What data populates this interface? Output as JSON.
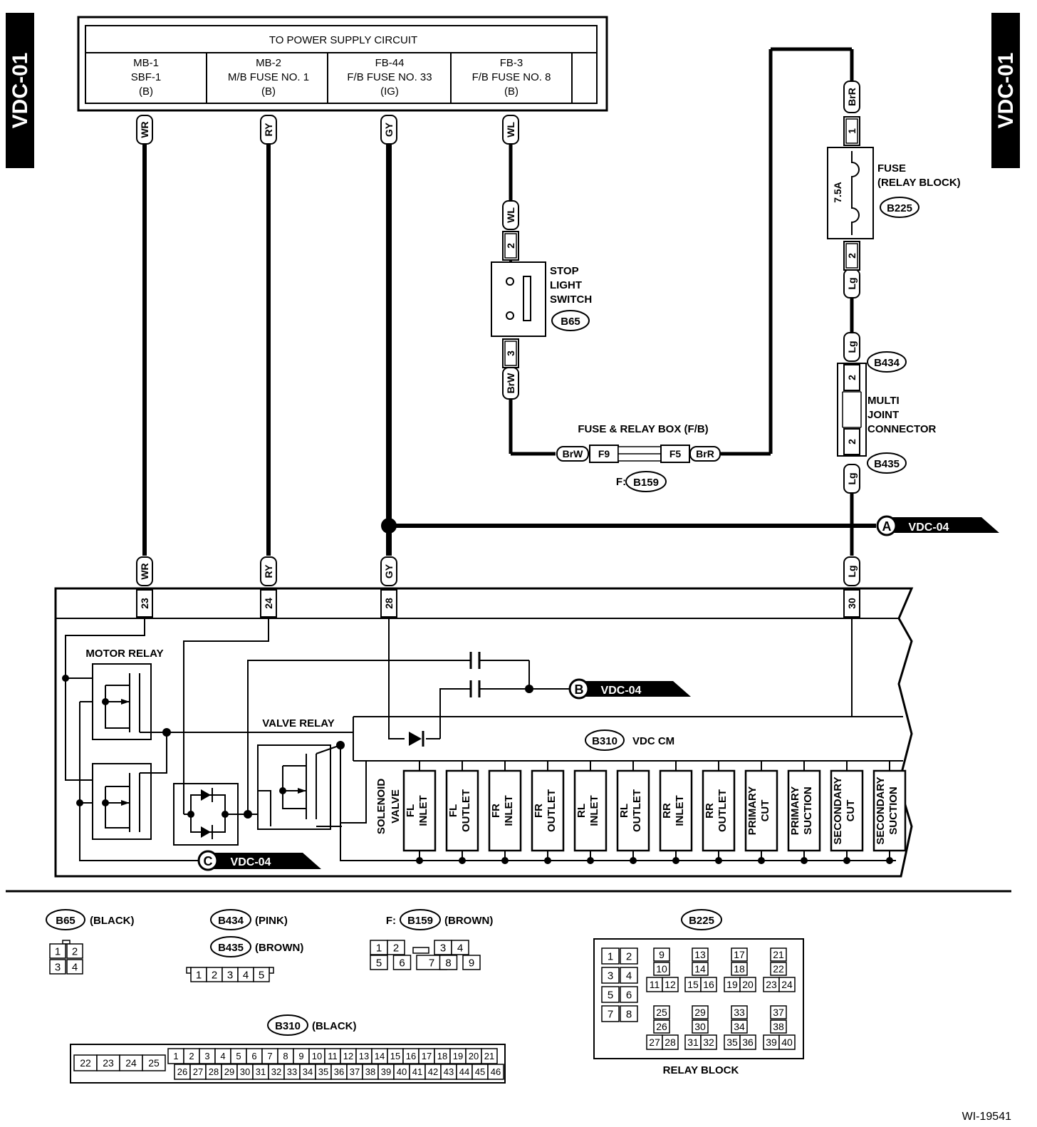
{
  "side_labels": {
    "left": "VDC-01",
    "right": "VDC-01"
  },
  "power_supply": {
    "title": "TO POWER SUPPLY CIRCUIT",
    "fuses": [
      {
        "line1": "MB-1",
        "line2": "SBF-1",
        "line3": "(B)"
      },
      {
        "line1": "MB-2",
        "line2": "M/B FUSE NO. 1",
        "line3": "(B)"
      },
      {
        "line1": "FB-44",
        "line2": "F/B FUSE NO. 33",
        "line3": "(IG)"
      },
      {
        "line1": "FB-3",
        "line2": "F/B FUSE NO. 8",
        "line3": "(B)"
      }
    ]
  },
  "wires": {
    "wr": "WR",
    "ry": "RY",
    "gy": "GY",
    "wl": "WL",
    "brw": "BrW",
    "brr": "BrR",
    "lg": "Lg"
  },
  "pins": {
    "p23": "23",
    "p24": "24",
    "p28": "28",
    "p30": "30",
    "sw2": "2",
    "sw3": "3",
    "fuse1": "1",
    "fuse2": "2",
    "mj2a": "2",
    "mj2b": "2",
    "f9": "F9",
    "f5": "F5"
  },
  "components": {
    "stop_switch": [
      "STOP",
      "LIGHT",
      "SWITCH"
    ],
    "stop_switch_conn": "B65",
    "fuse_label": [
      "FUSE",
      "(RELAY BLOCK)"
    ],
    "fuse_rating": "7.5A",
    "fuse_conn": "B225",
    "mj_label": [
      "MULTI",
      "JOINT",
      "CONNECTOR"
    ],
    "mj_conn_top": "B434",
    "mj_conn_bottom": "B435",
    "fb_label": "FUSE & RELAY BOX (F/B)",
    "fb_prefix": "F:",
    "fb_conn": "B159"
  },
  "refs": [
    {
      "letter": "A",
      "target": "VDC-04"
    },
    {
      "letter": "B",
      "target": "VDC-04"
    },
    {
      "letter": "C",
      "target": "VDC-04"
    }
  ],
  "module": {
    "motor_relay": "MOTOR RELAY",
    "valve_relay": "VALVE RELAY",
    "cm_conn": "B310",
    "cm_label": "VDC CM",
    "solenoid_label": [
      "SOLENOID",
      "VALVE"
    ],
    "valves": [
      [
        "FL",
        "INLET"
      ],
      [
        "FL",
        "OUTLET"
      ],
      [
        "FR",
        "INLET"
      ],
      [
        "FR",
        "OUTLET"
      ],
      [
        "RL",
        "INLET"
      ],
      [
        "RL",
        "OUTLET"
      ],
      [
        "RR",
        "INLET"
      ],
      [
        "RR",
        "OUTLET"
      ],
      [
        "PRIMARY",
        "CUT"
      ],
      [
        "PRIMARY",
        "SUCTION"
      ],
      [
        "SECONDARY",
        "CUT"
      ],
      [
        "SECONDARY",
        "SUCTION"
      ]
    ]
  },
  "connectors": {
    "b65": {
      "id": "B65",
      "color": "(BLACK)",
      "pins": [
        "1",
        "2",
        "3",
        "4"
      ]
    },
    "b434": {
      "id": "B434",
      "color": "(PINK)"
    },
    "b435": {
      "id": "B435",
      "color": "(BROWN)",
      "pins": [
        "1",
        "2",
        "3",
        "4",
        "5"
      ]
    },
    "b159": {
      "prefix": "F:",
      "id": "B159",
      "color": "(BROWN)",
      "top": [
        "1",
        "2",
        "3",
        "4"
      ],
      "bottom": [
        "5",
        "6",
        "7",
        "8",
        "9"
      ]
    },
    "b310": {
      "id": "B310",
      "color": "(BLACK)",
      "left": [
        "22",
        "23",
        "24",
        "25"
      ],
      "top": [
        "1",
        "2",
        "3",
        "4",
        "5",
        "6",
        "7",
        "8",
        "9",
        "10",
        "11",
        "12",
        "13",
        "14",
        "15",
        "16",
        "17",
        "18",
        "19",
        "20",
        "21"
      ],
      "bottom": [
        "26",
        "27",
        "28",
        "29",
        "30",
        "31",
        "32",
        "33",
        "34",
        "35",
        "36",
        "37",
        "38",
        "39",
        "40",
        "41",
        "42",
        "43",
        "44",
        "45",
        "46"
      ]
    },
    "b225": {
      "id": "B225",
      "title": "RELAY BLOCK",
      "left_pairs": [
        [
          "1",
          "2"
        ],
        [
          "3",
          "4"
        ],
        [
          "5",
          "6"
        ],
        [
          "7",
          "8"
        ]
      ],
      "groups": [
        [
          "9",
          "10",
          "11",
          "12"
        ],
        [
          "13",
          "14",
          "15",
          "16"
        ],
        [
          "17",
          "18",
          "19",
          "20"
        ],
        [
          "21",
          "22",
          "23",
          "24"
        ],
        [
          "25",
          "26",
          "27",
          "28"
        ],
        [
          "29",
          "30",
          "31",
          "32"
        ],
        [
          "33",
          "34",
          "35",
          "36"
        ],
        [
          "37",
          "38",
          "39",
          "40"
        ]
      ]
    }
  },
  "diagram_id": "WI-19541"
}
